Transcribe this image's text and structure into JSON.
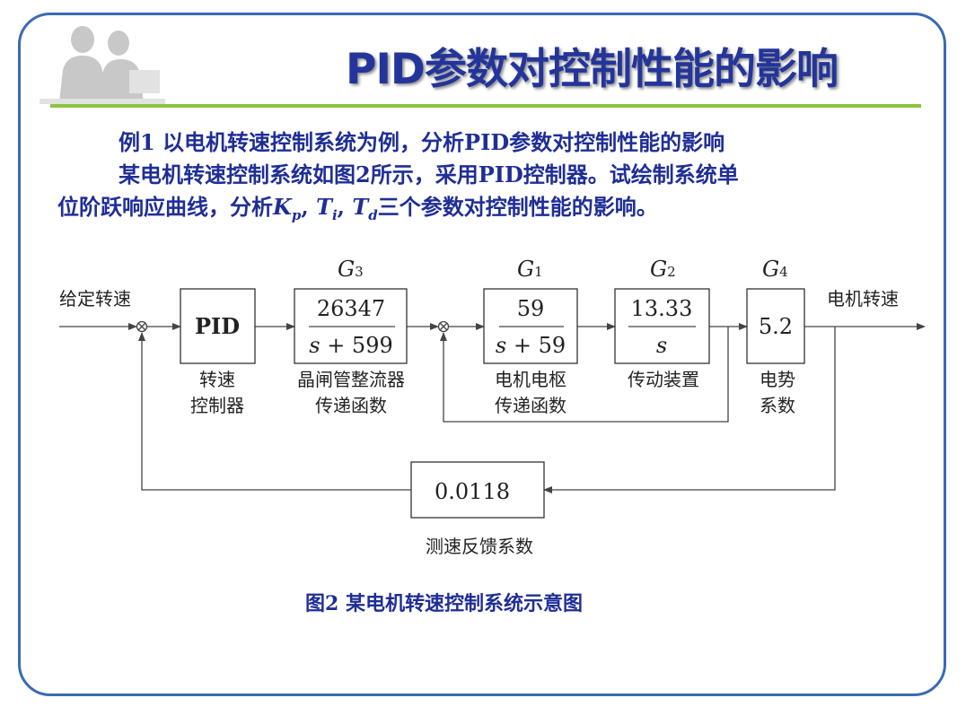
{
  "slide": {
    "title": "PID参数对控制性能的影响",
    "paragraph": {
      "line1": "例1  以电机转速控制系统为例，分析PID参数对控制性能的影响",
      "line2": "某电机转速控制系统如图2所示，采用PID控制器。试绘制系统单",
      "line3_prefix": "位阶跃响应曲线，分析",
      "kp": "K",
      "kp_sub": "p",
      "sep1": ", ",
      "ti": "T",
      "ti_sub": "i",
      "sep2": ", ",
      "td": "T",
      "td_sub": "d",
      "line3_suffix": "三个参数对控制性能的影响。"
    },
    "caption": "图2  某电机转速控制系统示意图"
  },
  "diagram": {
    "input_label": "给定转速",
    "output_label": "电机转速",
    "blocks": {
      "pid": {
        "text": "PID",
        "label1": "转速",
        "label2": "控制器"
      },
      "g3": {
        "name": "G",
        "sub": "3",
        "num": "26347",
        "den_s": "s",
        "den_rest": " + 599",
        "label1": "晶闸管整流器",
        "label2": "传递函数"
      },
      "g1": {
        "name": "G",
        "sub": "1",
        "num": "59",
        "den_s": "s",
        "den_rest": " + 59",
        "label1": "电机电枢",
        "label2": "传递函数"
      },
      "g2": {
        "name": "G",
        "sub": "2",
        "num": "13.33",
        "den_s": "s",
        "label1": "传动装置"
      },
      "g4": {
        "name": "G",
        "sub": "4",
        "value": "5.2",
        "label1": "电势",
        "label2": "系数"
      },
      "feedback": {
        "value": "0.0118",
        "label": "测速反馈系数"
      }
    },
    "colors": {
      "line": "#444444",
      "text": "#222222",
      "title": "#23359a",
      "accent": "#8bc43f",
      "frame": "#3a6ab3"
    }
  }
}
